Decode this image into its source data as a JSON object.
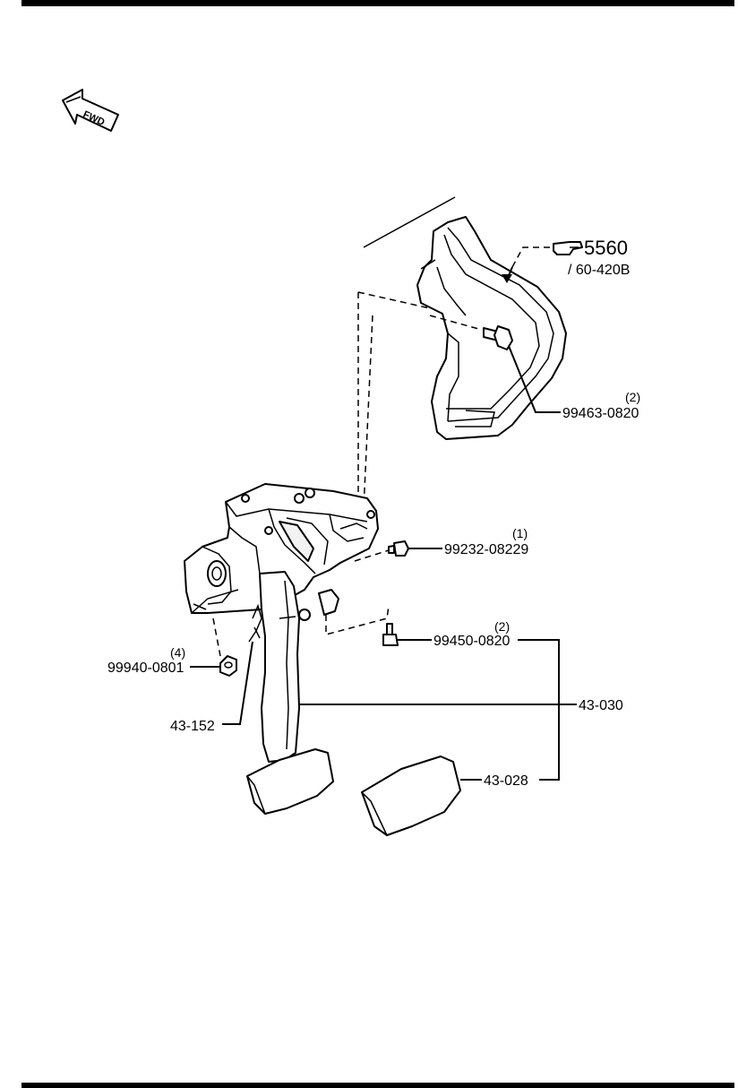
{
  "direction": {
    "label": "FWD"
  },
  "reference": {
    "number": "5560",
    "section": "/ 60-420B"
  },
  "callouts": {
    "bolt_upper": {
      "part": "99463-0820",
      "qty": "(2)"
    },
    "bolt_pivot": {
      "part": "99232-08229",
      "qty": "(1)"
    },
    "bolt_stopper": {
      "part": "99450-0820",
      "qty": "(2)"
    },
    "nut": {
      "part": "99940-0801",
      "qty": "(4)"
    },
    "pedal_assembly": {
      "part": "43-030"
    },
    "pedal_pad": {
      "part": "43-028"
    },
    "clip": {
      "part": "43-152"
    }
  },
  "colors": {
    "line": "#000000",
    "background": "#ffffff"
  }
}
